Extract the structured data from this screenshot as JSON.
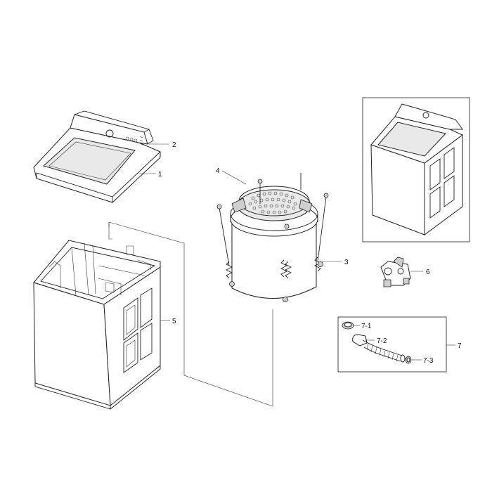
{
  "callouts": {
    "c1": "1",
    "c2": "2",
    "c3": "3",
    "c4": "4",
    "c5": "5",
    "c6": "6",
    "c7": "7",
    "c7_1": "7-1",
    "c7_2": "7-2",
    "c7_3": "7-3"
  },
  "colors": {
    "line": "#222222",
    "panel_fill": "#e9e9e9",
    "background": "#ffffff"
  }
}
